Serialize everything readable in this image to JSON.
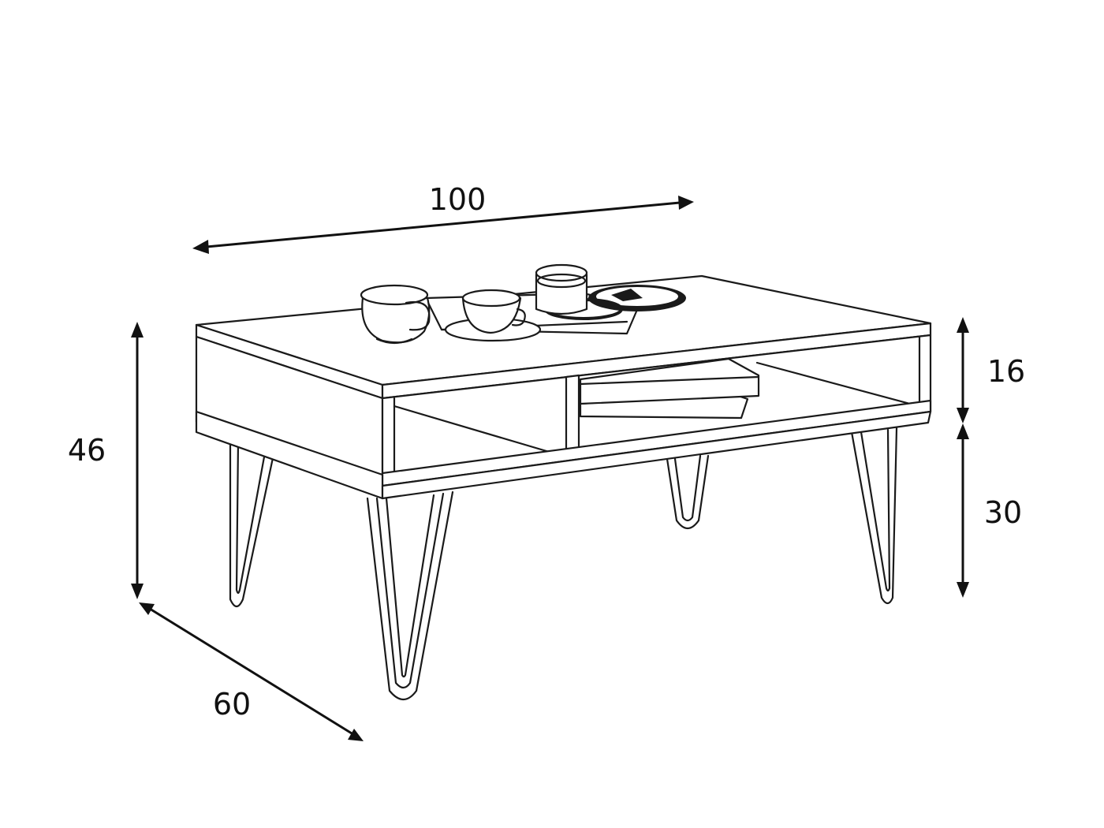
{
  "diagram": {
    "dimensions": {
      "width": "100",
      "depth": "60",
      "total_height": "46",
      "drawer_height": "16",
      "leg_height": "30"
    }
  },
  "colors": {
    "line": "#1a1a1a",
    "background": "#ffffff"
  }
}
